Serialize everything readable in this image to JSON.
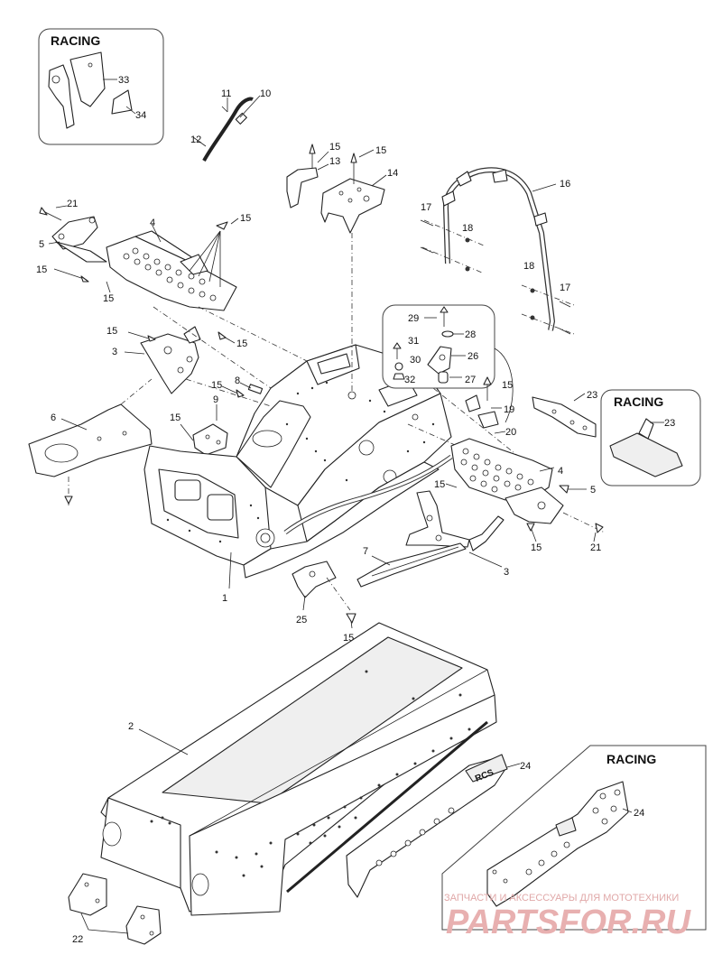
{
  "insets": {
    "racing_label": "RACING"
  },
  "callouts": {
    "c1": "1",
    "c2": "2",
    "c3": "3",
    "c4": "4",
    "c5": "5",
    "c6": "6",
    "c7": "7",
    "c8": "8",
    "c9": "9",
    "c10": "10",
    "c11": "11",
    "c12": "12",
    "c13": "13",
    "c14": "14",
    "c15": "15",
    "c16": "16",
    "c17": "17",
    "c18": "18",
    "c19": "19",
    "c20": "20",
    "c21": "21",
    "c22": "22",
    "c23": "23",
    "c24": "24",
    "c25": "25",
    "c26": "26",
    "c27": "27",
    "c28": "28",
    "c29": "29",
    "c30": "30",
    "c31": "31",
    "c32": "32",
    "c33": "33",
    "c34": "34"
  },
  "emblem_text": "RCS",
  "watermark": {
    "line1": "ЗАПЧАСТИ И АКСЕССУАРЫ ДЛЯ МОТОТЕХНИКИ",
    "line2": "PARTSFOR.RU"
  }
}
